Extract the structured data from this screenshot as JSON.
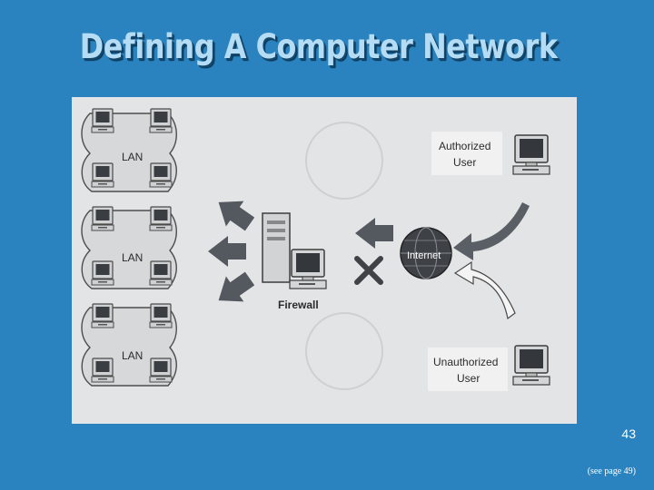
{
  "slide": {
    "title": "Defining A Computer Network",
    "page_number": "43",
    "page_reference": "(see page 49)"
  },
  "diagram": {
    "lan_groups": [
      {
        "label": "LAN"
      },
      {
        "label": "LAN"
      },
      {
        "label": "LAN"
      }
    ],
    "firewall_label": "Firewall",
    "internet_label": "Internet",
    "authorized_user_label": [
      "Authorized",
      "User"
    ],
    "unauthorized_user_label": [
      "Unauthorized",
      "User"
    ],
    "icons": [
      "computer-icon",
      "server-icon",
      "globe-icon",
      "arrow-icon",
      "blocked-x-icon"
    ],
    "colors": {
      "slide_background": "#2a83bf",
      "title_text": "#b5dcf5",
      "figure_background": "#e3e4e6"
    }
  }
}
